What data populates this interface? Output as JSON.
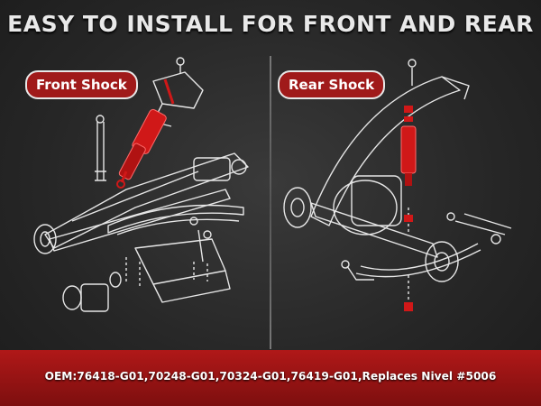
{
  "headline": {
    "part1": "EASY TO INSTALL FOR FRONT AND REAR"
  },
  "labels": {
    "front": "Front Shock",
    "rear": "Rear Shock"
  },
  "footer": {
    "oem": "OEM:76418-G01,70248-G01,70324-G01,76419-G01,Replaces Nivel #5006"
  },
  "colors": {
    "accent": "#a01a1a",
    "shock": "#d01818",
    "line": "#e6e6e6",
    "background": "#2a2a2a"
  }
}
